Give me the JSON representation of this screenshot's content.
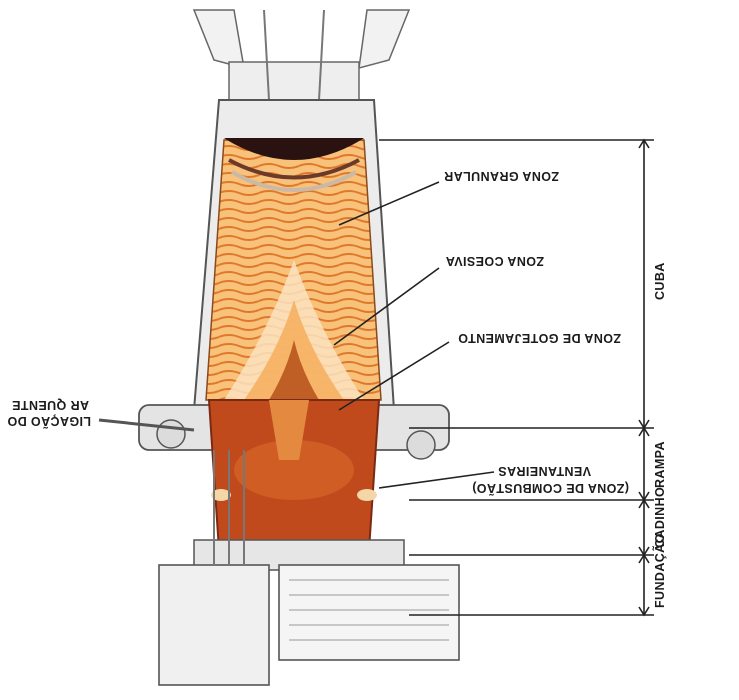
{
  "labels": {
    "zones_vertical": [
      {
        "key": "fundacao",
        "text": "FUNDAÇÃO"
      },
      {
        "key": "cadinho",
        "text": "CADINHO"
      },
      {
        "key": "rampa",
        "text": "RAMPA"
      },
      {
        "key": "cuba",
        "text": "CUBA"
      }
    ],
    "callouts": {
      "ventaneiras": "VENTANEIRAS",
      "zona_combustao": "(ZONA DE COMBUSTÃO)",
      "zona_gotejamento": "ZONA DE GOTEJAMENTO",
      "zona_coesiva": "ZONA COESIVA",
      "zona_granular": "ZONA GRANULAR",
      "ligacao_line1": "LIGAÇÃO DO",
      "ligacao_line2": "AR QUENTE"
    }
  },
  "colors": {
    "molten": "#b83a18",
    "burden_light": "#fde6b8",
    "burden_orange": "#f1a04a",
    "shell": "#e9e9e9",
    "outline": "#555555"
  }
}
